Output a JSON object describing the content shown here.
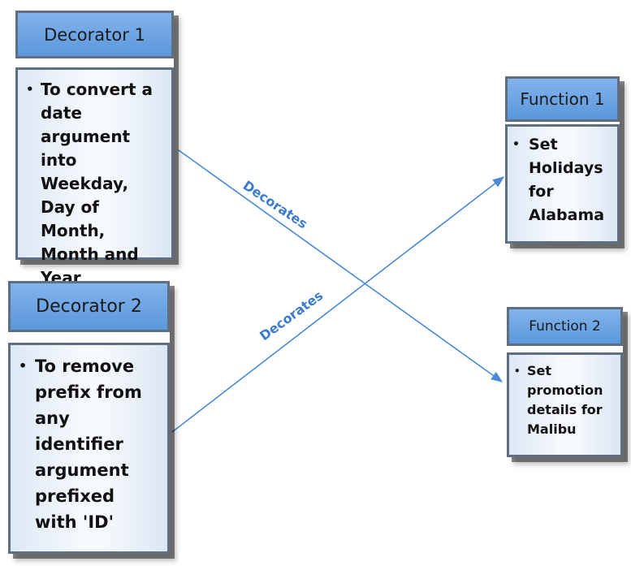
{
  "diagram": {
    "nodes": {
      "decorator_1": {
        "title": "Decorator 1",
        "bullet": "•",
        "text": "To convert a date argument into Weekday, Day of Month, Month and Year"
      },
      "decorator_2": {
        "title": "Decorator 2",
        "bullet": "•",
        "text": "To remove prefix from any identifier argument prefixed with 'ID'"
      },
      "function_1": {
        "title": "Function 1",
        "bullet": "•",
        "text": "Set Holidays for Alabama"
      },
      "function_2": {
        "title": "Function 2",
        "bullet": "•",
        "text": "Set promotion details for Malibu"
      }
    },
    "edges": [
      {
        "from": "Decorator 1",
        "to": "Function 2",
        "label": "Decorates"
      },
      {
        "from": "Decorator 2",
        "to": "Function 1",
        "label": "Decorates"
      }
    ],
    "colors": {
      "header_fill": "#5b97dc",
      "body_fill": "#f6f9fd",
      "border": "#5f6f80",
      "connector": "#4a8ad4",
      "edge_label": "#3c7ccd"
    }
  }
}
